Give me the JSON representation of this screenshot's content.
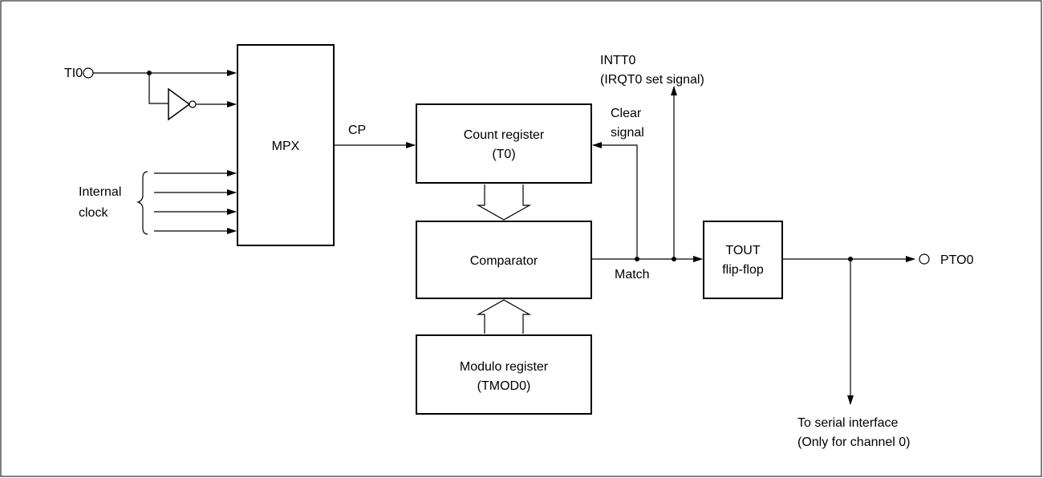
{
  "inputs": {
    "ti0": "TI0",
    "internal_clock_line1": "Internal",
    "internal_clock_line2": "clock"
  },
  "blocks": {
    "mpx": "MPX",
    "count_register_line1": "Count register",
    "count_register_line2": "(T0)",
    "comparator": "Comparator",
    "modulo_register_line1": "Modulo register",
    "modulo_register_line2": "(TMOD0)",
    "tout_line1": "TOUT",
    "tout_line2": "flip-flop"
  },
  "signals": {
    "cp": "CP",
    "clear_line1": "Clear",
    "clear_line2": "signal",
    "match": "Match",
    "intt0_line1": "INTT0",
    "intt0_line2": "(IRQT0 set signal)"
  },
  "outputs": {
    "pto0": "PTO0",
    "serial_line1": "To serial interface",
    "serial_line2": "(Only for channel 0)"
  }
}
